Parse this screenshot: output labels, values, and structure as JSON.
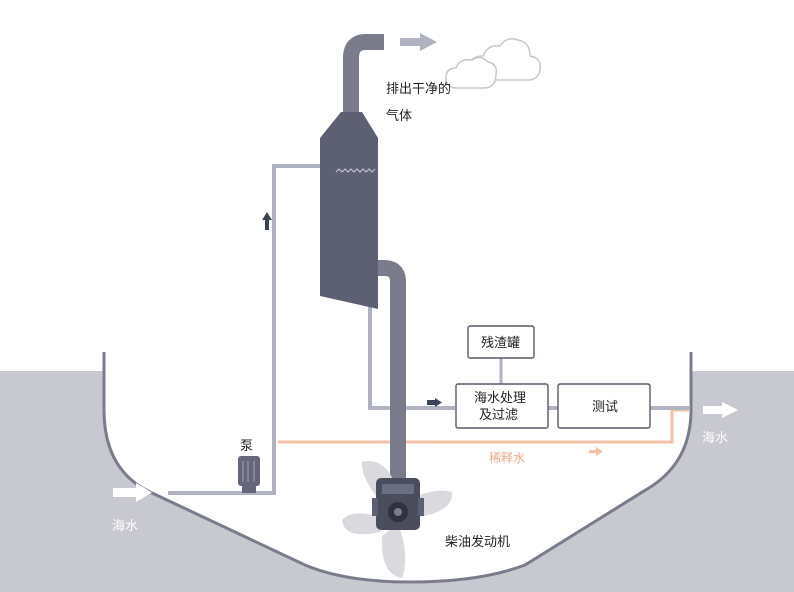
{
  "labels": {
    "clean_gas_line1": "排出干净的",
    "clean_gas_line2": "气体",
    "residue_tank": "残渣罐",
    "treatment_line1": "海水处理",
    "treatment_line2": "及过滤",
    "testing": "测试",
    "pump": "泵",
    "seawater_in": "海水",
    "seawater_out": "海水",
    "dilution_water": "稀释水",
    "diesel_engine": "柴油发动机"
  },
  "colors": {
    "sea": "#c8c8d0",
    "hull": "#7a7c8c",
    "pipe": "#afb2c0",
    "scrubber": "#5d6072",
    "dilution": "#f2c1a7",
    "arrow": "#3e4458",
    "propeller": "#d9d9de",
    "cloud": "#c6c7ce"
  },
  "icons": {
    "outlet_arrow": "arrow-right-icon",
    "cloud": "cloud-icon",
    "pump": "pump-icon",
    "propeller": "propeller-icon",
    "engine": "engine-icon"
  }
}
